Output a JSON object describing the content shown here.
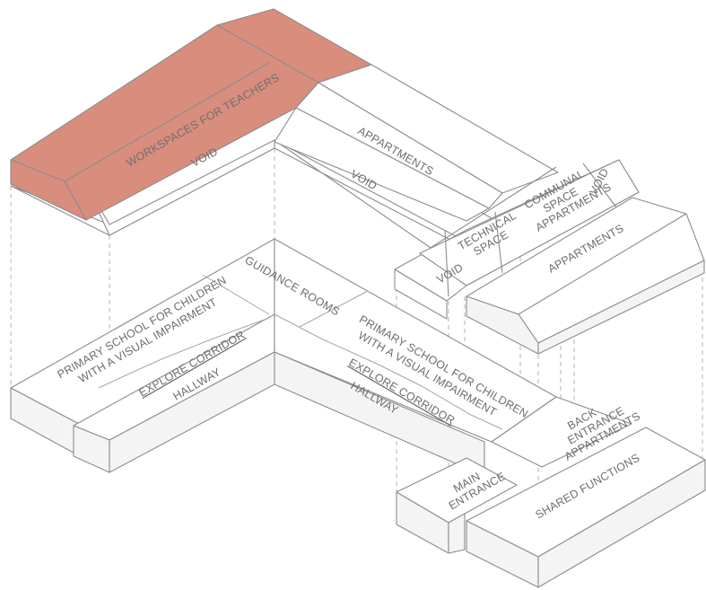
{
  "labels": {
    "workspaces": "WORKSPACES FOR TEACHERS",
    "void_left": "VOID",
    "void_center": "VOID",
    "appartments_top": "APPARTMENTS",
    "void_top_right": "VOID",
    "communal_1": "COMMUNAL",
    "communal_2": "SPACE",
    "communal_3": "APPARTMENTS",
    "technical_1": "TECHNICAL",
    "technical_2": "SPACE",
    "void_small": "VOID",
    "appartments_right": "APPARTMENTS",
    "guidance": "GUIDANCE ROOMS",
    "school_left_1": "PRIMARY SCHOOL FOR CHILDREN",
    "school_left_2": "WITH A VISUAL IMPAIRMENT",
    "explore_left": "EXPLORE CORRIDOR",
    "hallway_left": "HALLWAY",
    "school_right_1": "PRIMARY SCHOOL FOR CHILDREN",
    "school_right_2": "WITH A VISUAL IMPAIRMENT",
    "explore_right": "EXPLORE CORRIDOR",
    "hallway_right": "HALLWAY",
    "back_entrance_1": "BACK",
    "back_entrance_2": "ENTRANCE",
    "back_entrance_3": "APPARTMENTS",
    "main_entrance_1": "MAIN",
    "main_entrance_2": "ENTRANCE",
    "shared": "SHARED FUNCTIONS"
  },
  "colors": {
    "roof_accent": "#d98d7d",
    "line": "#8c8c8c",
    "label": "#6e6e6e"
  }
}
